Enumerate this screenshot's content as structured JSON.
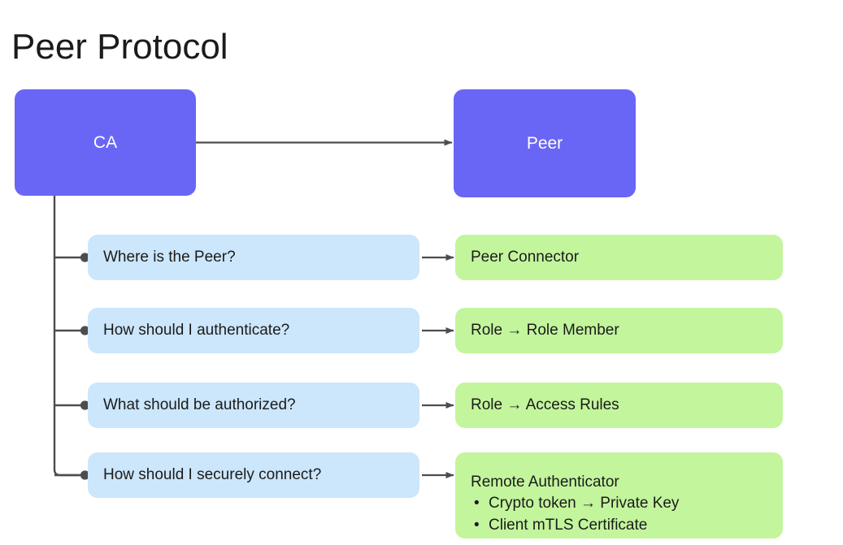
{
  "title": "Peer Protocol",
  "colors": {
    "actor_fill": "#6a66f5",
    "actor_text": "#ffffff",
    "question_fill": "#cce6fb",
    "answer_fill": "#c3f59d",
    "text": "#1b1b1b",
    "connector": "#4d4d4d",
    "background": "#ffffff"
  },
  "actors": [
    {
      "id": "ca",
      "label": "CA"
    },
    {
      "id": "peer",
      "label": "Peer"
    }
  ],
  "rows": [
    {
      "question": "Where is the Peer?",
      "answer": {
        "text": "Peer Connector",
        "items": []
      }
    },
    {
      "question": "How should I authenticate?",
      "answer": {
        "text": "Role  →  Role Member",
        "items": []
      }
    },
    {
      "question": "What should be authorized?",
      "answer": {
        "text": "Role  →  Access Rules",
        "items": []
      }
    },
    {
      "question": "How should I securely connect?",
      "answer": {
        "text": "Remote Authenticator",
        "items": [
          "Crypto token  →  Private Key",
          "Client mTLS Certificate"
        ]
      }
    }
  ],
  "bullet_glyph": "•",
  "edges": [
    {
      "from": "ca",
      "to": "peer",
      "style": "arrow"
    },
    {
      "from": "ca",
      "to": "question-1",
      "style": "tree-dot"
    },
    {
      "from": "ca",
      "to": "question-2",
      "style": "tree-dot"
    },
    {
      "from": "ca",
      "to": "question-3",
      "style": "tree-dot"
    },
    {
      "from": "ca",
      "to": "question-4",
      "style": "tree-dot"
    },
    {
      "from": "question-1",
      "to": "answer-1",
      "style": "arrow"
    },
    {
      "from": "question-2",
      "to": "answer-2",
      "style": "arrow"
    },
    {
      "from": "question-3",
      "to": "answer-3",
      "style": "arrow"
    },
    {
      "from": "question-4",
      "to": "answer-4",
      "style": "arrow"
    }
  ]
}
